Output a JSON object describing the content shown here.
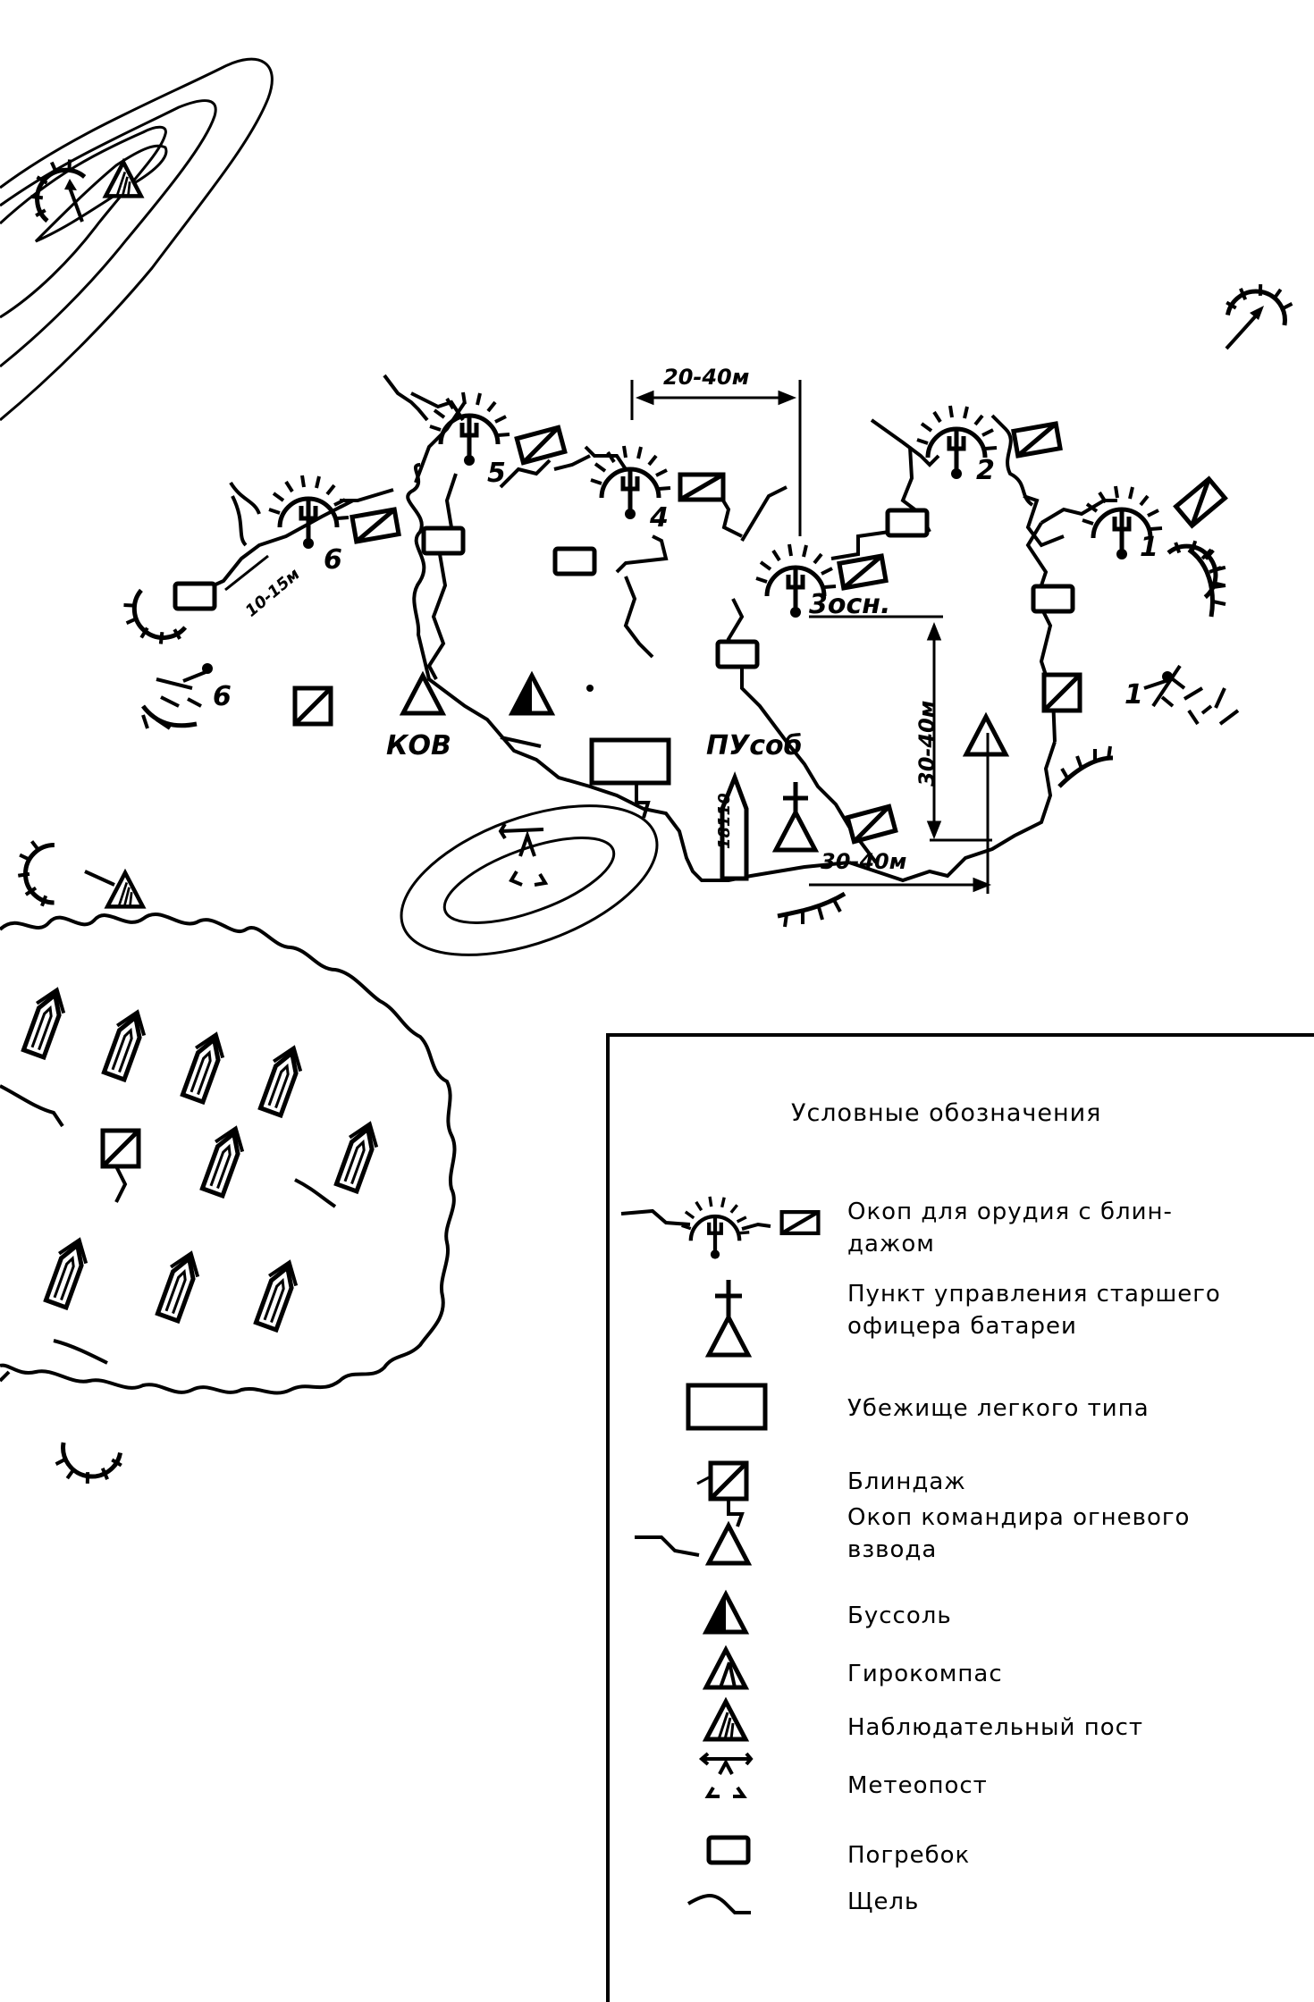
{
  "map": {
    "gun_numbers": [
      "1",
      "2",
      "3осн.",
      "4",
      "5",
      "6"
    ],
    "reserve_gun_numbers": [
      "1",
      "6"
    ],
    "labels": {
      "kov": "КОВ",
      "pusob": "ПУсоб",
      "ammo_store": "18110"
    },
    "dimensions": {
      "d1": "20-40м",
      "d2": "30-40м",
      "d3": "30-40м",
      "d4": "10-15м"
    }
  },
  "legend": {
    "title": "Условные обозначения",
    "items": [
      {
        "icon": "gun-emplacement-icon",
        "text": "Окоп для орудия с блин-\nдажом"
      },
      {
        "icon": "senior-officer-post-icon",
        "text": "Пункт управления старшего\nофицера батареи"
      },
      {
        "icon": "light-shelter-icon",
        "text": "Убежище легкого типа"
      },
      {
        "icon": "dugout-icon",
        "text": "Блиндаж"
      },
      {
        "icon": "fire-platoon-commander-trench-icon",
        "text": "Окоп командира огневого\nвзвода"
      },
      {
        "icon": "compass-icon",
        "text": "Буссоль"
      },
      {
        "icon": "gyrocompass-icon",
        "text": "Гирокомпас"
      },
      {
        "icon": "observation-post-icon",
        "text": "Наблюдательный пост"
      },
      {
        "icon": "meteo-post-icon",
        "text": "Метеопост"
      },
      {
        "icon": "ammo-cellar-icon",
        "text": "Погребок"
      },
      {
        "icon": "slit-trench-icon",
        "text": "Щель"
      }
    ]
  }
}
